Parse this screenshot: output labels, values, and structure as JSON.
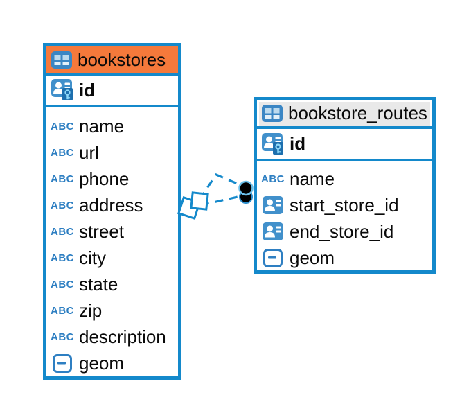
{
  "diagram": {
    "background": "#ffffff",
    "colors": {
      "accent_blue": "#1489CB",
      "icon_blue": "#2E7FC2",
      "header_orange": "#F5793B",
      "header_gray": "#E9E9E9",
      "text": "#0a0a0a",
      "marker_black": "#000000"
    },
    "icons": {
      "text_type_label": "ABC"
    },
    "tables": [
      {
        "title": "bookstores",
        "header_color": "#F5793B",
        "primary_key": {
          "name": "id",
          "type": "primary-key"
        },
        "columns": [
          {
            "name": "name",
            "type": "text"
          },
          {
            "name": "url",
            "type": "text"
          },
          {
            "name": "phone",
            "type": "text"
          },
          {
            "name": "address",
            "type": "text"
          },
          {
            "name": "street",
            "type": "text"
          },
          {
            "name": "city",
            "type": "text"
          },
          {
            "name": "state",
            "type": "text"
          },
          {
            "name": "zip",
            "type": "text"
          },
          {
            "name": "description",
            "type": "text"
          },
          {
            "name": "geom",
            "type": "geometry"
          }
        ]
      },
      {
        "title": "bookstore_routes",
        "header_color": "#E9E9E9",
        "primary_key": {
          "name": "id",
          "type": "primary-key"
        },
        "columns": [
          {
            "name": "name",
            "type": "text"
          },
          {
            "name": "start_store_id",
            "type": "foreign-key"
          },
          {
            "name": "end_store_id",
            "type": "foreign-key"
          },
          {
            "name": "geom",
            "type": "geometry"
          }
        ]
      }
    ],
    "relationship": {
      "from_table": "bookstore_routes",
      "to_table": "bookstores",
      "line_style": "dashed",
      "line_count": 2
    }
  }
}
